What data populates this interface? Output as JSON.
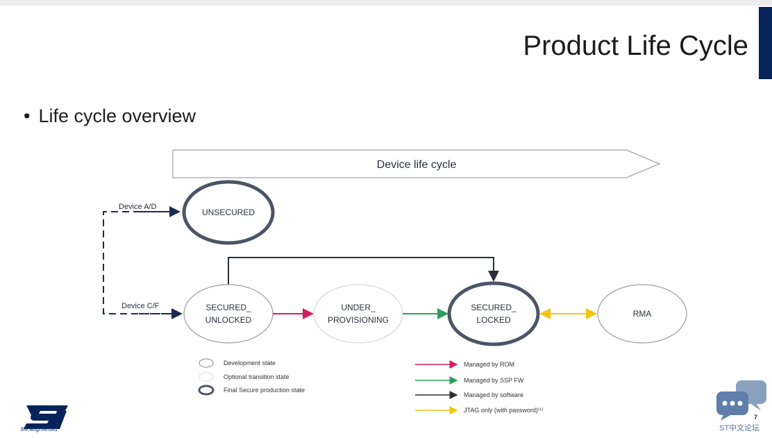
{
  "header": {
    "title": "Product Life Cycle"
  },
  "bullet": {
    "text": "Life cycle overview"
  },
  "diagram": {
    "banner": "Device life cycle",
    "states": {
      "unsecured": "UNSECURED",
      "secured_unlocked_1": "SECURED_",
      "secured_unlocked_2": "UNLOCKED",
      "under_provisioning_1": "UNDER_",
      "under_provisioning_2": "PROVISIONING",
      "secured_locked_1": "SECURED_",
      "secured_locked_2": "LOCKED",
      "rma": "RMA"
    },
    "edges": {
      "device_ad": "Device A/D",
      "device_cf": "Device C/F"
    },
    "legend_states": [
      {
        "label": "Development state"
      },
      {
        "label": "Optional transition state"
      },
      {
        "label": "Final Secure production state"
      }
    ],
    "legend_arrows": [
      {
        "label": "Managed by ROM",
        "color": "#d81b60"
      },
      {
        "label": "Managed by SSP FW",
        "color": "#2e9e5b"
      },
      {
        "label": "Managed by software",
        "color": "#2b2f3a"
      },
      {
        "label": "JTAG only (with password)⁽¹⁾",
        "color": "#f2c511"
      }
    ]
  },
  "footer": {
    "logo_tagline": "life.augmented",
    "page_number": "7",
    "watermark": "ST中文论坛"
  },
  "colors": {
    "navy": "#06245a",
    "state_border_final": "#4b5566",
    "state_border_dev": "#9a9a9a",
    "state_border_optional": "#d0d0d0",
    "dashed_navy": "#1b2a55"
  }
}
